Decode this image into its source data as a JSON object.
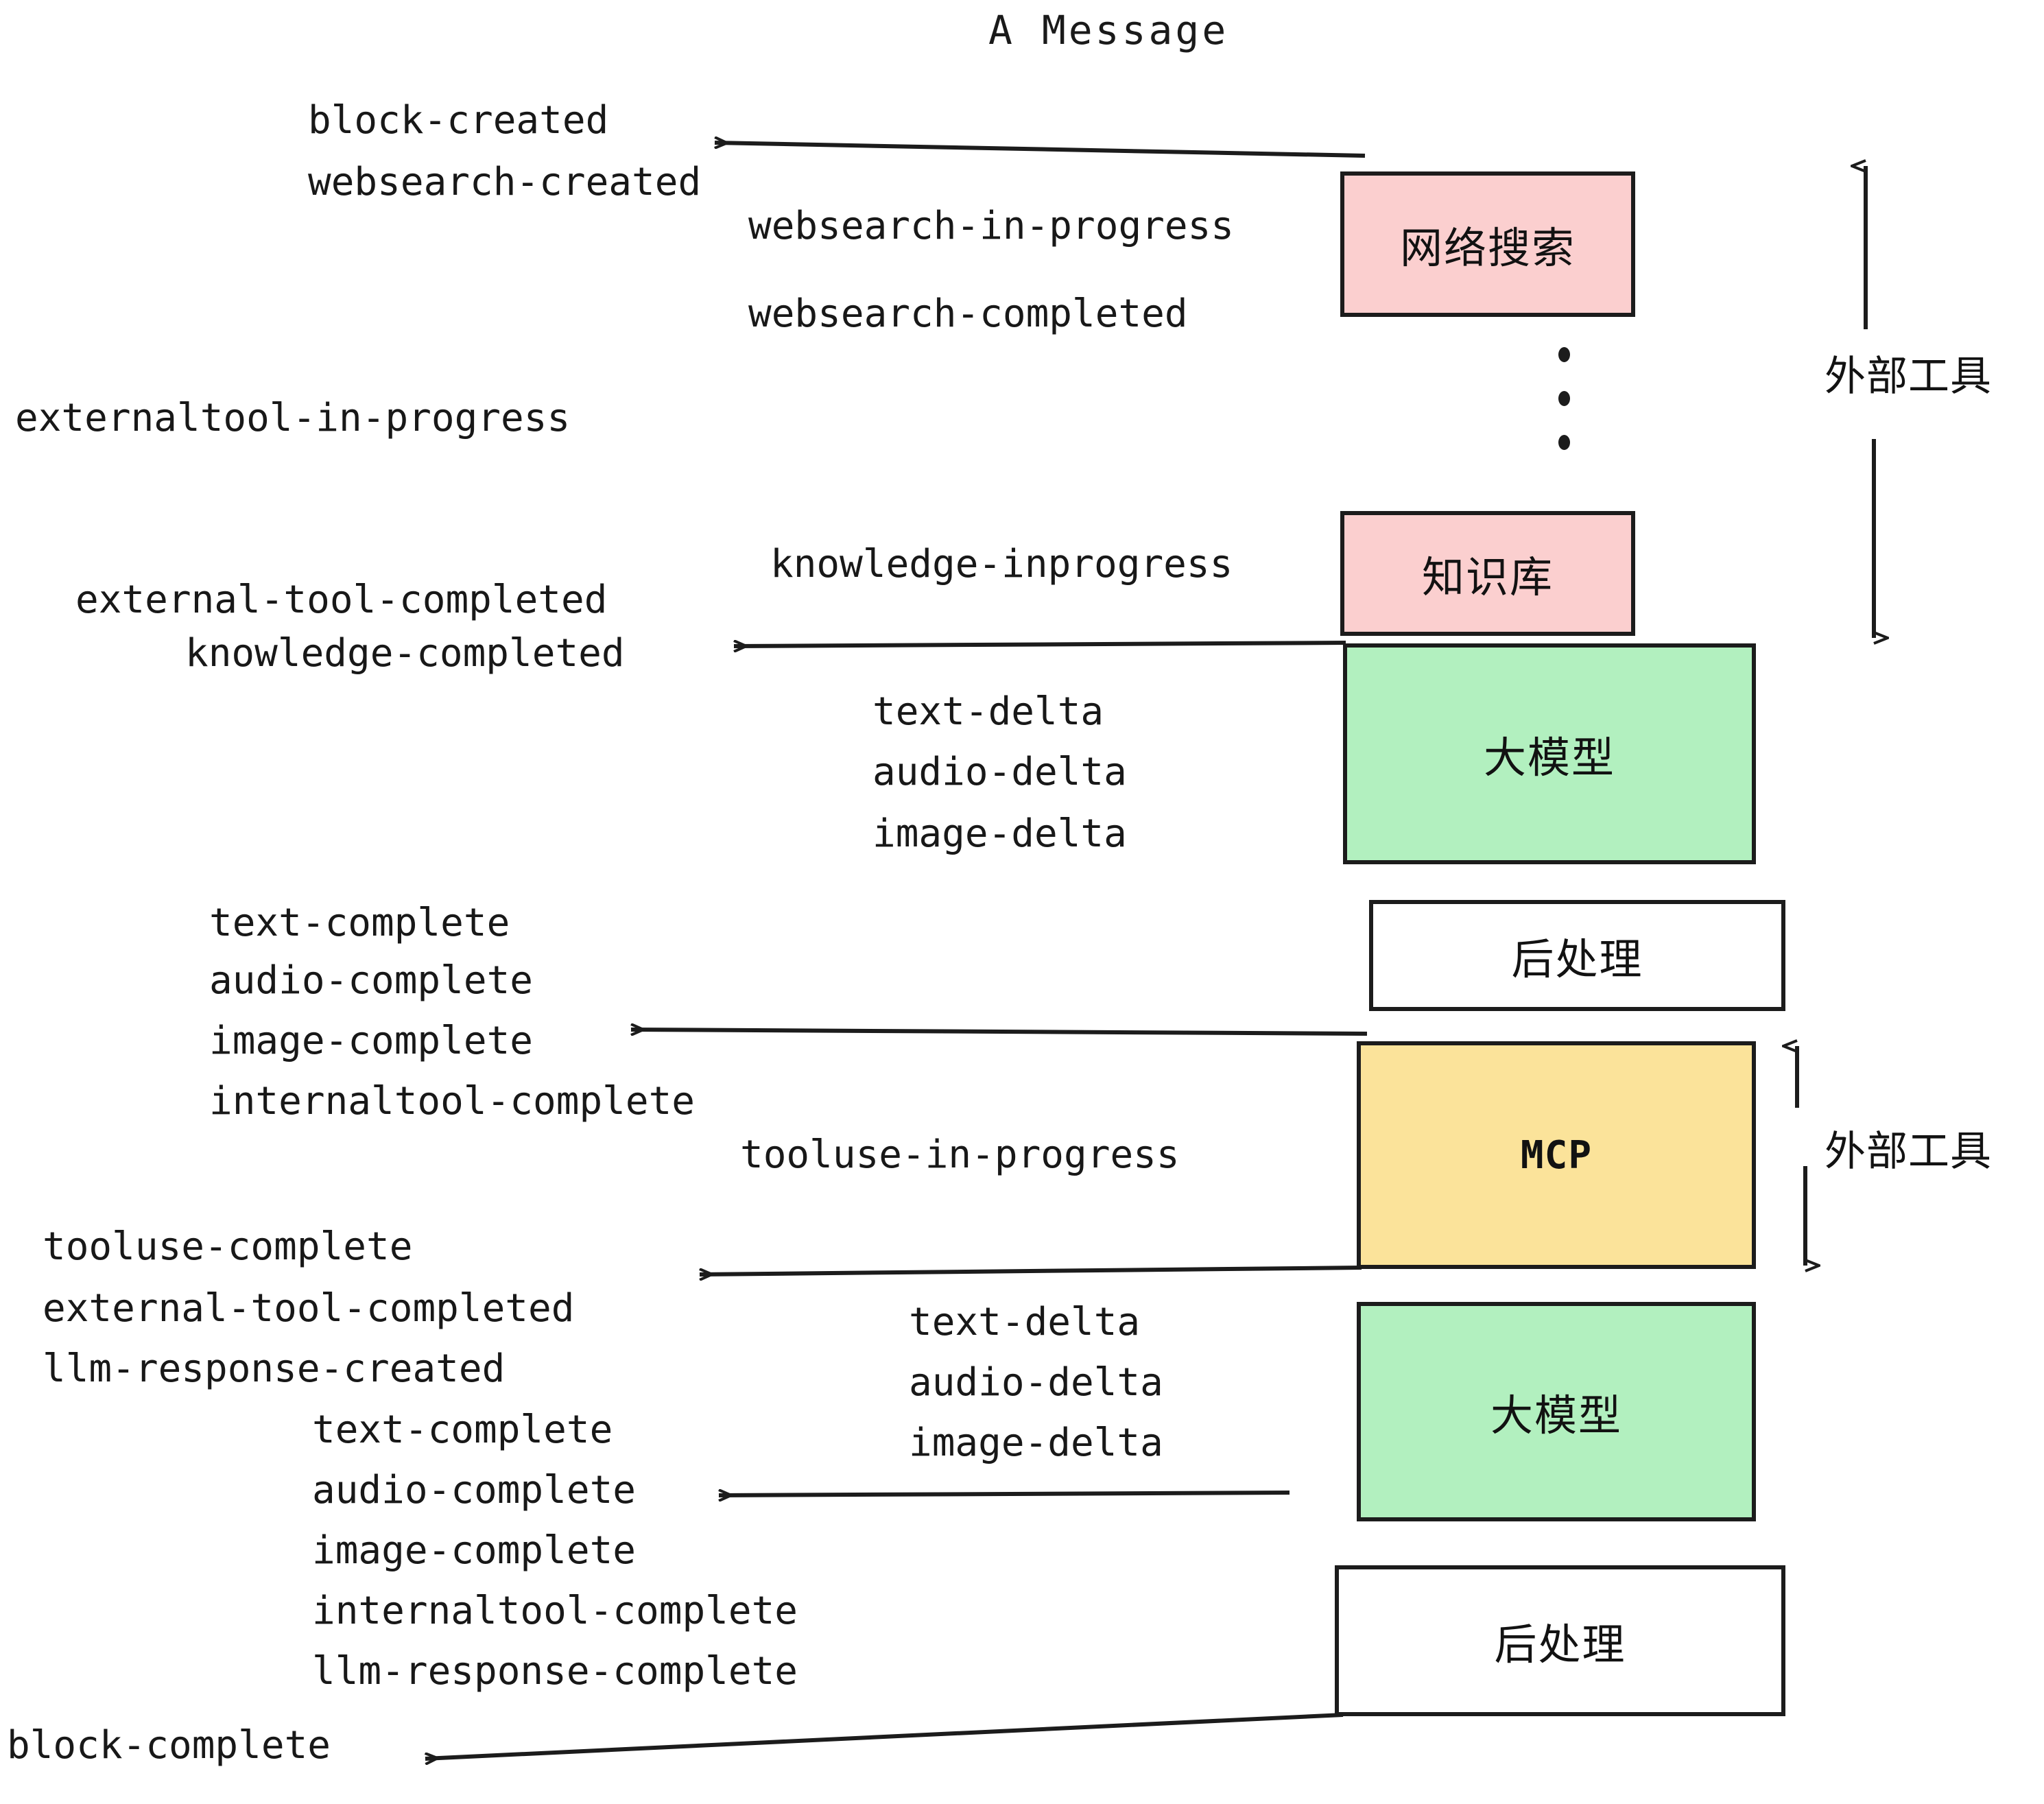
{
  "title": "A Message",
  "colors": {
    "pink": "#fbcfcf",
    "green": "#b2f0bf",
    "yellow": "#fbe39a",
    "white": "#ffffff",
    "stroke": "#1c1c1c",
    "text": "#181818"
  },
  "boxes": [
    {
      "id": "websearch",
      "label": "网络搜索",
      "fill": "pink",
      "latin": false
    },
    {
      "id": "knowledge",
      "label": "知识库",
      "fill": "pink",
      "latin": false
    },
    {
      "id": "llm-1",
      "label": "大模型",
      "fill": "green",
      "latin": false
    },
    {
      "id": "postprocess-1",
      "label": "后处理",
      "fill": "white",
      "latin": false
    },
    {
      "id": "mcp",
      "label": "MCP",
      "fill": "yellow",
      "latin": true
    },
    {
      "id": "llm-2",
      "label": "大模型",
      "fill": "green",
      "latin": false
    },
    {
      "id": "postprocess-2",
      "label": "后处理",
      "fill": "white",
      "latin": false
    }
  ],
  "side_labels": [
    {
      "id": "external-tools-top",
      "text": "外部工具"
    },
    {
      "id": "external-tools-bottom",
      "text": "外部工具"
    }
  ],
  "events": [
    {
      "id": "block-created",
      "text": "block-created"
    },
    {
      "id": "websearch-created",
      "text": "websearch-created"
    },
    {
      "id": "websearch-in-progress",
      "text": "websearch-in-progress"
    },
    {
      "id": "websearch-completed",
      "text": "websearch-completed"
    },
    {
      "id": "externaltool-in-progress",
      "text": "externaltool-in-progress"
    },
    {
      "id": "knowledge-inprogress",
      "text": "knowledge-inprogress"
    },
    {
      "id": "external-tool-completed-1",
      "text": "external-tool-completed"
    },
    {
      "id": "knowledge-completed",
      "text": "knowledge-completed"
    },
    {
      "id": "text-delta-1",
      "text": "text-delta"
    },
    {
      "id": "audio-delta-1",
      "text": "audio-delta"
    },
    {
      "id": "image-delta-1",
      "text": "image-delta"
    },
    {
      "id": "text-complete-1",
      "text": "text-complete"
    },
    {
      "id": "audio-complete-1",
      "text": "audio-complete"
    },
    {
      "id": "image-complete-1",
      "text": "image-complete"
    },
    {
      "id": "internaltool-complete-1",
      "text": "internaltool-complete"
    },
    {
      "id": "tooluse-in-progress",
      "text": "tooluse-in-progress"
    },
    {
      "id": "tooluse-complete",
      "text": "tooluse-complete"
    },
    {
      "id": "external-tool-completed-2",
      "text": "external-tool-completed"
    },
    {
      "id": "llm-response-created",
      "text": "llm-response-created"
    },
    {
      "id": "text-delta-2",
      "text": "text-delta"
    },
    {
      "id": "audio-delta-2",
      "text": "audio-delta"
    },
    {
      "id": "image-delta-2",
      "text": "image-delta"
    },
    {
      "id": "text-complete-2",
      "text": "text-complete"
    },
    {
      "id": "audio-complete-2",
      "text": "audio-complete"
    },
    {
      "id": "image-complete-2",
      "text": "image-complete"
    },
    {
      "id": "internaltool-complete-2",
      "text": "internaltool-complete"
    },
    {
      "id": "llm-response-complete",
      "text": "llm-response-complete"
    },
    {
      "id": "block-complete",
      "text": "block-complete"
    }
  ]
}
